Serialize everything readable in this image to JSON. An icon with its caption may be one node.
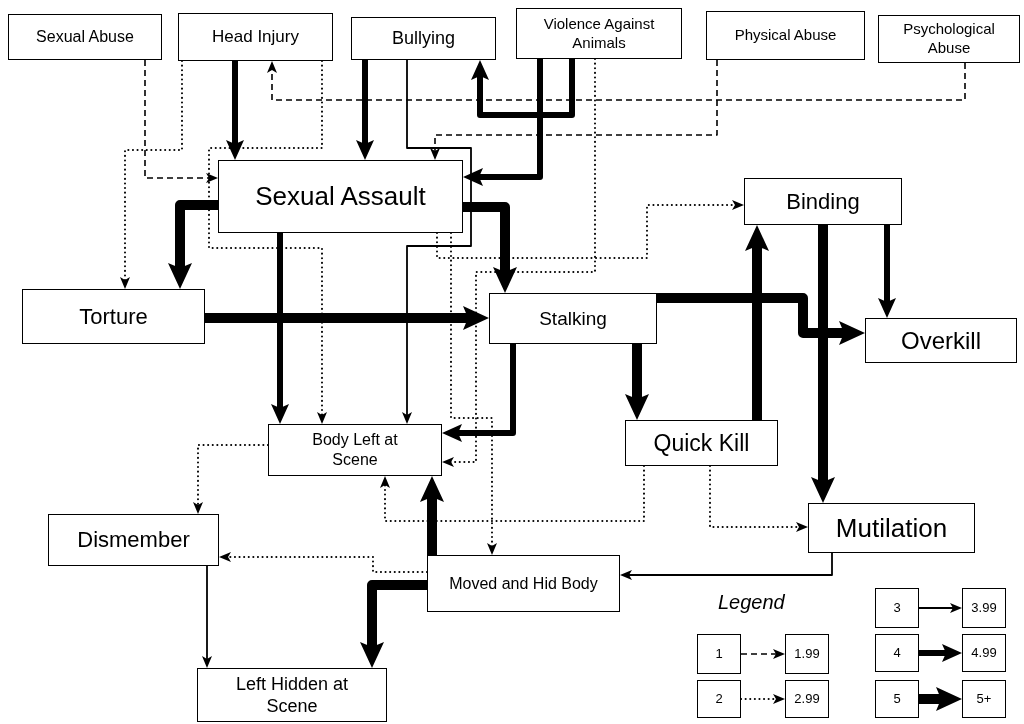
{
  "diagram": {
    "nodes": [
      {
        "text": [
          "Sexual Abuse"
        ]
      },
      {
        "text": [
          "Head Injury"
        ]
      },
      {
        "text": [
          "Bullying"
        ]
      },
      {
        "text": [
          "Violence Against Animals"
        ]
      },
      {
        "text": [
          "Physical Abuse"
        ]
      },
      {
        "text": [
          "Psychological Abuse"
        ]
      },
      {
        "text": [
          "Sexual Assault"
        ]
      },
      {
        "text": [
          "Binding"
        ]
      },
      {
        "text": [
          "Torture"
        ]
      },
      {
        "text": [
          "Stalking"
        ]
      },
      {
        "text": [
          "Overkill"
        ]
      },
      {
        "text": [
          "Body Left at Scene"
        ]
      },
      {
        "text": [
          "Quick Kill"
        ]
      },
      {
        "text": [
          "Dismember"
        ]
      },
      {
        "text": [
          "Mutilation"
        ]
      },
      {
        "text": [
          "Moved and Hid Body"
        ]
      },
      {
        "text": [
          "Left Hidden at Scene"
        ]
      },
      {
        "text": [
          "1"
        ]
      },
      {
        "text": [
          "1.99"
        ]
      },
      {
        "text": [
          "2"
        ]
      },
      {
        "text": [
          "2.99"
        ]
      },
      {
        "text": [
          "3"
        ]
      },
      {
        "text": [
          "3.99"
        ]
      },
      {
        "text": [
          "4"
        ]
      },
      {
        "text": [
          "4.99"
        ]
      },
      {
        "text": [
          "5"
        ]
      },
      {
        "text": [
          "5+"
        ]
      }
    ],
    "edges": [
      {
        "from": 0,
        "to": 6,
        "arrow": "to",
        "style": "dashed"
      },
      {
        "from": 1,
        "to": 6,
        "arrow": "to",
        "style": "thick"
      },
      {
        "from": 1,
        "to": 8,
        "arrow": "to",
        "style": "dashed"
      },
      {
        "from": 1,
        "to": 11,
        "arrow": "to",
        "style": "dashed"
      },
      {
        "from": 2,
        "to": 6,
        "arrow": "to",
        "style": "thick"
      },
      {
        "from": 2,
        "to": 11,
        "arrow": "to"
      },
      {
        "from": 3,
        "to": 2,
        "arrow": "to",
        "style": "thick"
      },
      {
        "from": 3,
        "to": 6,
        "arrow": "to",
        "style": "thick"
      },
      {
        "from": 3,
        "to": 11,
        "arrow": "to",
        "style": "dashed"
      },
      {
        "from": 4,
        "to": 6,
        "arrow": "to",
        "style": "dashed"
      },
      {
        "from": 5,
        "to": 1,
        "arrow": "to",
        "style": "dashed"
      },
      {
        "from": 6,
        "to": 8,
        "arrow": "to",
        "style": "thick"
      },
      {
        "from": 6,
        "to": 9,
        "arrow": "to",
        "style": "thick"
      },
      {
        "from": 6,
        "to": 11,
        "arrow": "to",
        "style": "thick"
      },
      {
        "from": 6,
        "to": 7,
        "arrow": "to",
        "style": "dashed"
      },
      {
        "from": 6,
        "to": 15,
        "arrow": "to",
        "style": "dashed"
      },
      {
        "from": 8,
        "to": 9,
        "arrow": "to",
        "style": "thick"
      },
      {
        "from": 9,
        "to": 11,
        "arrow": "to",
        "style": "thick"
      },
      {
        "from": 9,
        "to": 12,
        "arrow": "to",
        "style": "thick"
      },
      {
        "from": 9,
        "to": 10,
        "arrow": "to",
        "style": "thick"
      },
      {
        "from": 12,
        "to": 7,
        "arrow": "to",
        "style": "thick"
      },
      {
        "from": 7,
        "to": 14,
        "arrow": "to",
        "style": "thick"
      },
      {
        "from": 7,
        "to": 10,
        "arrow": "to",
        "style": "thick"
      },
      {
        "from": 12,
        "to": 11,
        "arrow": "to",
        "style": "dashed"
      },
      {
        "from": 12,
        "to": 14,
        "arrow": "to",
        "style": "dashed"
      },
      {
        "from": 14,
        "to": 15,
        "arrow": "to"
      },
      {
        "from": 15,
        "to": 11,
        "arrow": "to",
        "style": "thick"
      },
      {
        "from": 15,
        "to": 16,
        "arrow": "to",
        "style": "thick"
      },
      {
        "from": 15,
        "to": 13,
        "arrow": "to",
        "style": "dashed"
      },
      {
        "from": 11,
        "to": 13,
        "arrow": "to",
        "style": "dashed"
      },
      {
        "from": 13,
        "to": 16,
        "arrow": "to"
      },
      {
        "from": 17,
        "to": 18,
        "arrow": "to",
        "style": "dashed"
      },
      {
        "from": 19,
        "to": 20,
        "arrow": "to",
        "style": "dashed"
      },
      {
        "from": 21,
        "to": 22,
        "arrow": "to"
      },
      {
        "from": 23,
        "to": 24,
        "arrow": "to",
        "style": "thick"
      },
      {
        "from": 25,
        "to": 26,
        "arrow": "to",
        "style": "thick"
      }
    ],
    "labels": [
      "Legend"
    ]
  }
}
